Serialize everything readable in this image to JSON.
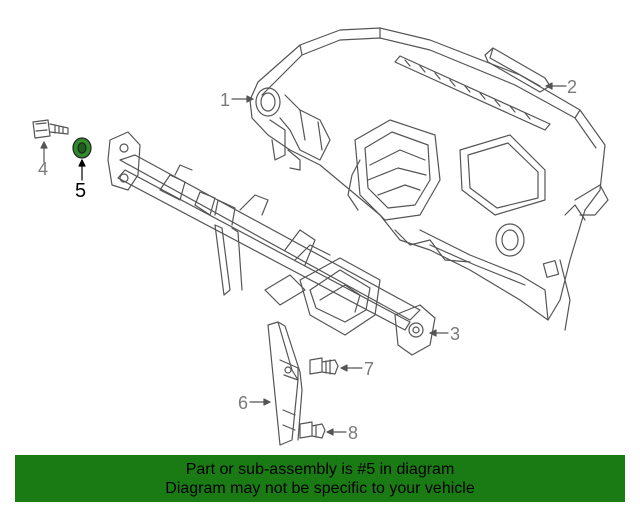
{
  "colors": {
    "line": "#555555",
    "callout": "#7a7a7a",
    "highlight_fill": "#2f8a2a",
    "banner_bg": "#1a7a14",
    "banner_text": "#000000"
  },
  "callouts": {
    "c1": "1",
    "c2": "2",
    "c3": "3",
    "c4": "4",
    "c5": "5",
    "c6": "6",
    "c7": "7",
    "c8": "8"
  },
  "banner": {
    "line1": "Part or sub-assembly is #5 in diagram",
    "line2": "Diagram may not be specific to your vehicle"
  }
}
